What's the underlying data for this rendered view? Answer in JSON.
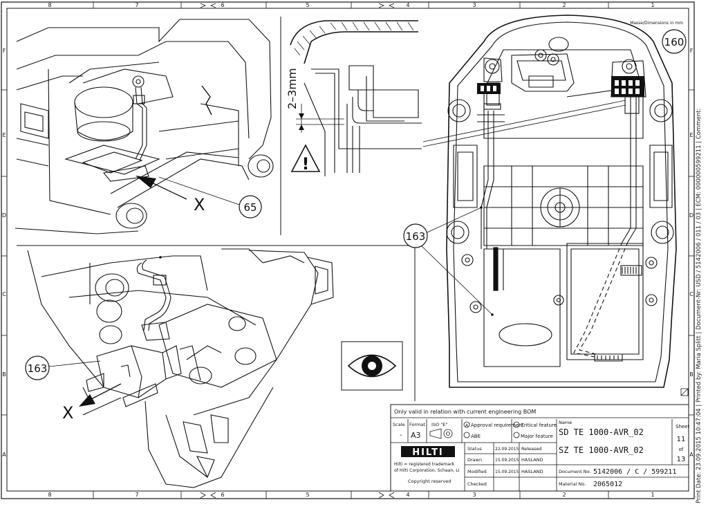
{
  "frame": {
    "columns_top": [
      "8",
      "7",
      "6",
      "5",
      "4",
      "3",
      "2",
      "1"
    ],
    "columns_bottom": [
      "8",
      "7",
      "6",
      "5",
      "4",
      "3",
      "2",
      "1"
    ],
    "rows": [
      "F",
      "E",
      "D",
      "C",
      "B",
      "A"
    ]
  },
  "units_note": "Masse/Dimensions in mm",
  "callouts": {
    "c160": "160",
    "c65": "65",
    "c163_top": "163",
    "c163_bottom": "163",
    "x_top": "X",
    "x_bottom": "X",
    "gap_dimension": "2–3mm",
    "warning": "!"
  },
  "title_block": {
    "validity_note": "Only valid in relation with current engineering BOM",
    "scale_label": "Scale",
    "scale_value": "-",
    "format_label": "Format",
    "format_value": "A3",
    "iso_label": "ISO \"E\"",
    "approval_requirement": "Approval requirement",
    "abe": "ABE",
    "critical_feature": "Critical feature",
    "major_feature": "Major feature",
    "name_label": "Name",
    "name_line1": "SD TE 1000-AVR_02",
    "name_line2": "SZ TE 1000-AVR_02",
    "sheet_label": "Sheet",
    "sheet_number": "11",
    "sheet_of": "of",
    "sheet_total": "13",
    "logo": "HILTI",
    "trademark_line1": "Hilti = registered trademark",
    "trademark_line2": "of Hilti Corporation, Schaan, LI",
    "copyright": "Copyright reserved",
    "status_label": "Status",
    "status_date": "22.09.2015",
    "status_value": "Released",
    "drawn_label": "Drawn",
    "drawn_date": "15.09.2015",
    "drawn_by": "HASLAND",
    "modified_label": "Modified",
    "modified_date": "15.09.2015",
    "modified_by": "HASLAND",
    "checked_label": "Checked",
    "document_label": "Document No.",
    "document_no": "5142006 / C / 599211",
    "material_label": "Material No.",
    "material_no": "2065012"
  },
  "print_note": "Print Date: 23.09.2015 10:47:04 | Printed by: Maria Splitt | Document-Nr: USD / 5142006 / 011 / 03 | ECM: 000000599211 | Comment:"
}
